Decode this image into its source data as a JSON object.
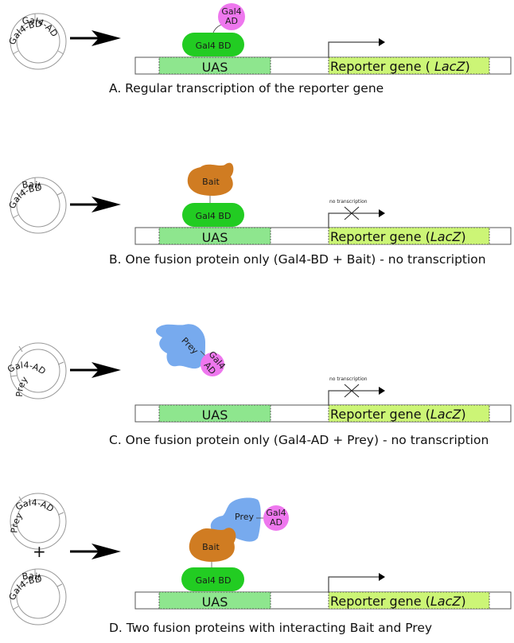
{
  "colors": {
    "gal4_bd": "#22cc22",
    "gal4_ad": "#ee77ee",
    "bait": "#d07c22",
    "prey": "#77aaee",
    "uas": "#8ee68e",
    "reporter": "#ccf576"
  },
  "labels": {
    "gal4_bd": "Gal4 BD",
    "gal4": "Gal4",
    "ad": "AD",
    "bait": "Bait",
    "prey": "Prey",
    "uas": "UAS",
    "reporter_prefix": "Reporter gene (",
    "reporter_gene": "LacZ",
    "reporter_suffix": ")",
    "no_transcription": "no transcription",
    "plus": "+"
  },
  "plasmids": {
    "a": [
      "Gal4-BD",
      "Gal4-AD"
    ],
    "b": [
      "Gal4-BD",
      "Bait"
    ],
    "c": [
      "Prey",
      "Gal4-AD"
    ],
    "d1": [
      "Prey",
      "Gal4-AD"
    ],
    "d2": [
      "Gal4-BD",
      "Bait"
    ]
  },
  "panels": [
    {
      "id": "A",
      "caption": "A. Regular transcription of the reporter gene",
      "transcription": true
    },
    {
      "id": "B",
      "caption": "B. One fusion protein only (Gal4-BD + Bait) - no transcription",
      "transcription": false
    },
    {
      "id": "C",
      "caption": "C. One fusion protein only (Gal4-AD + Prey) - no transcription",
      "transcription": false
    },
    {
      "id": "D",
      "caption": "D. Two fusion proteins with interacting Bait and Prey",
      "transcription": true
    }
  ]
}
